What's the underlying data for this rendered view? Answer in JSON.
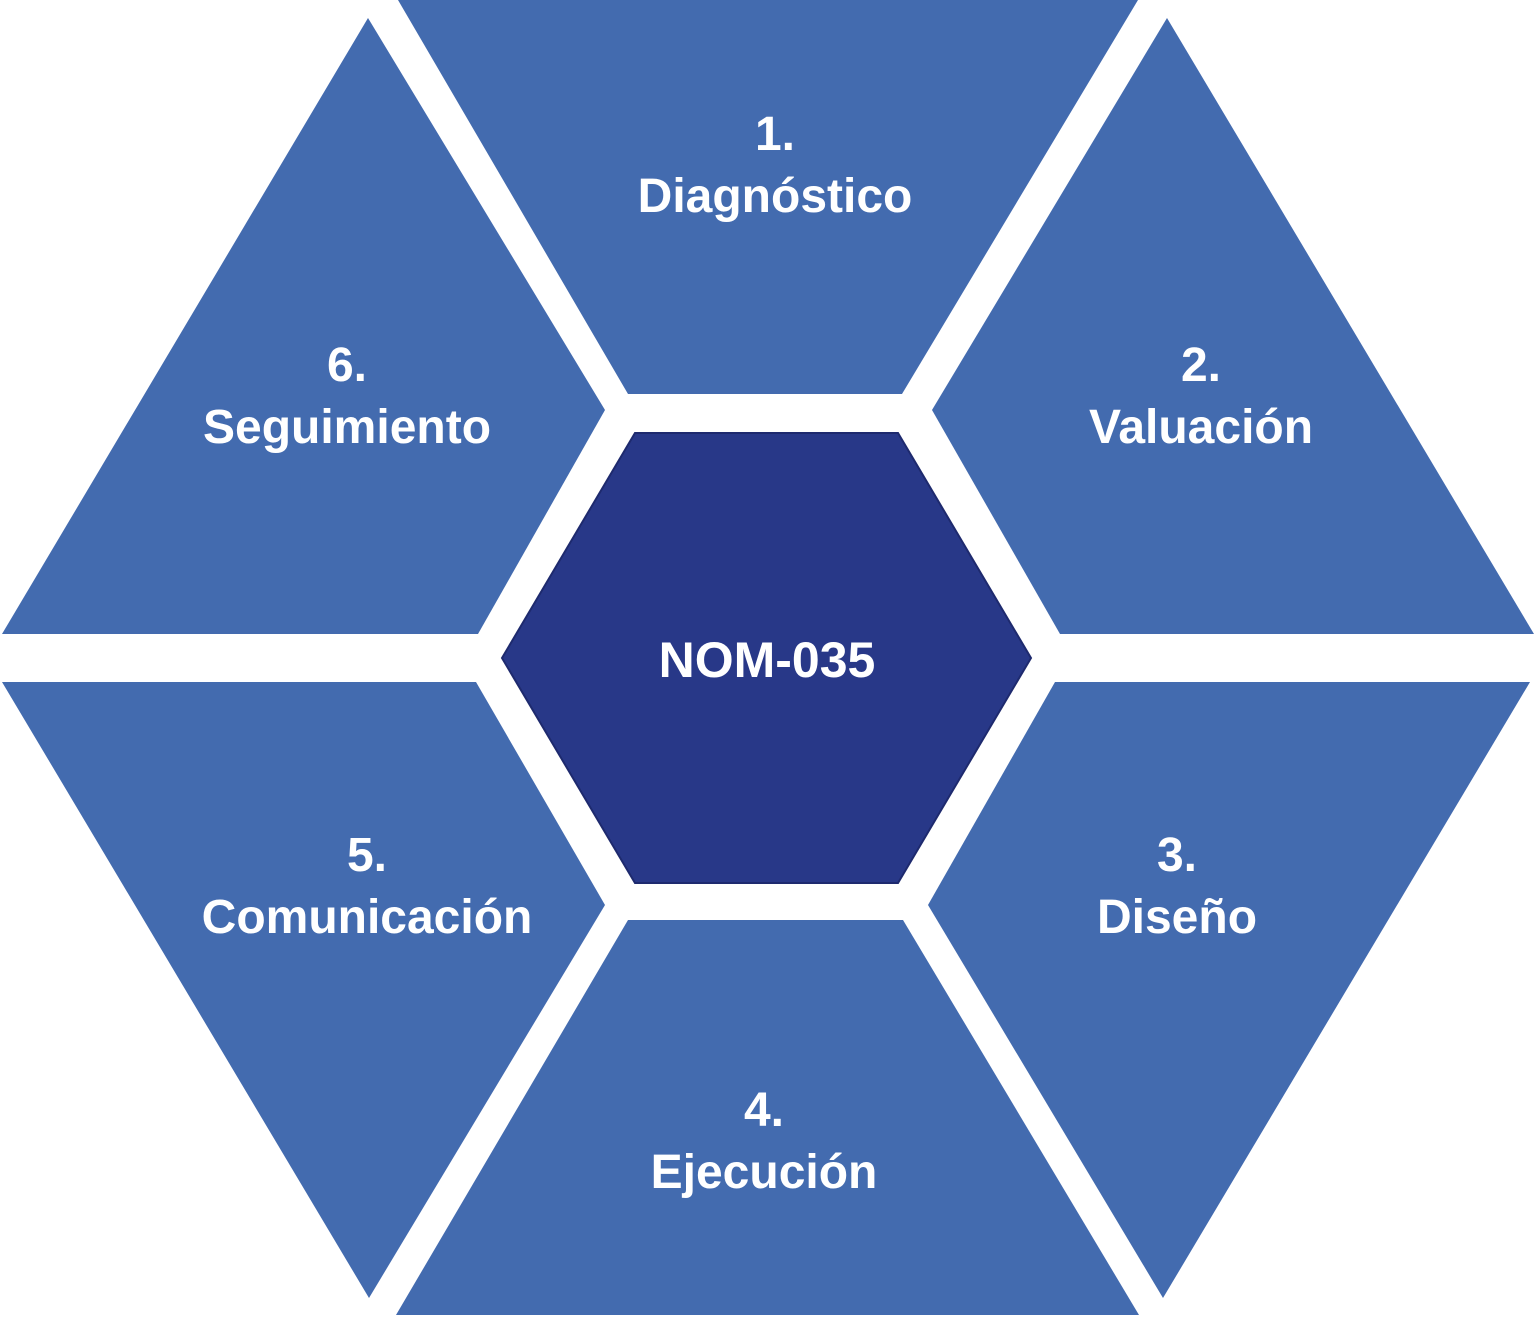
{
  "diagram": {
    "center": {
      "label": "NOM-035",
      "color": "#283888"
    },
    "segment_color": "#436baf",
    "background": "#ffffff",
    "segments": [
      {
        "number": "1.",
        "title": "Diagnóstico"
      },
      {
        "number": "2.",
        "title": "Valuación"
      },
      {
        "number": "3.",
        "title": "Diseño"
      },
      {
        "number": "4.",
        "title": "Ejecución"
      },
      {
        "number": "5.",
        "title": "Comunicación"
      },
      {
        "number": "6.",
        "title": "Seguimiento"
      }
    ]
  }
}
